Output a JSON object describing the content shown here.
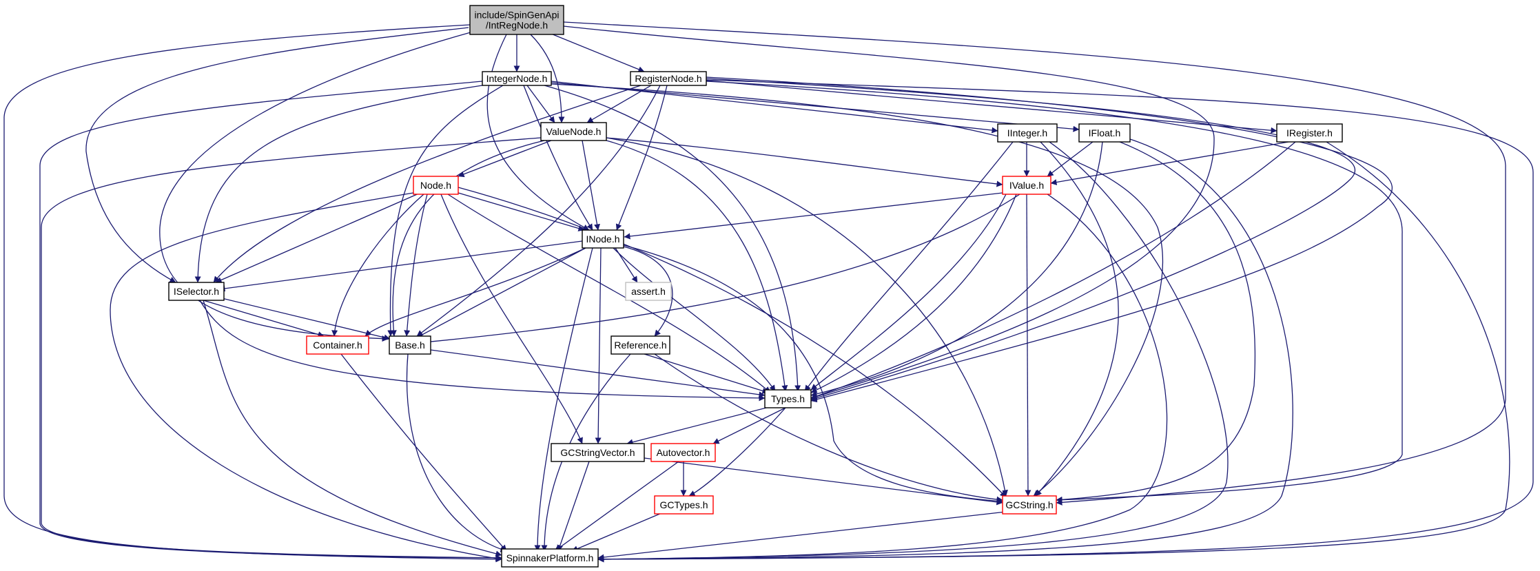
{
  "diagram": {
    "title_node": "root",
    "colors": {
      "edge": "#191970",
      "border_normal": "#000000",
      "border_incomplete": "#ff0000",
      "border_external": "#bfbfbf",
      "fill_root": "#bfbfbf",
      "fill_normal": "#ffffff"
    },
    "nodes": [
      {
        "id": "root",
        "lines": [
          "include/SpinGenApi",
          "/IntRegNode.h"
        ],
        "kind": "root"
      },
      {
        "id": "integernode",
        "lines": [
          "IntegerNode.h"
        ],
        "kind": "normal"
      },
      {
        "id": "registernode",
        "lines": [
          "RegisterNode.h"
        ],
        "kind": "normal"
      },
      {
        "id": "valuenode",
        "lines": [
          "ValueNode.h"
        ],
        "kind": "normal"
      },
      {
        "id": "iinteger",
        "lines": [
          "IInteger.h"
        ],
        "kind": "normal"
      },
      {
        "id": "ifloat",
        "lines": [
          "IFloat.h"
        ],
        "kind": "normal"
      },
      {
        "id": "iregister",
        "lines": [
          "IRegister.h"
        ],
        "kind": "normal"
      },
      {
        "id": "node",
        "lines": [
          "Node.h"
        ],
        "kind": "incomplete"
      },
      {
        "id": "ivalue",
        "lines": [
          "IValue.h"
        ],
        "kind": "incomplete"
      },
      {
        "id": "inode",
        "lines": [
          "INode.h"
        ],
        "kind": "normal"
      },
      {
        "id": "iselector",
        "lines": [
          "ISelector.h"
        ],
        "kind": "normal"
      },
      {
        "id": "assert",
        "lines": [
          "assert.h"
        ],
        "kind": "external"
      },
      {
        "id": "container",
        "lines": [
          "Container.h"
        ],
        "kind": "incomplete"
      },
      {
        "id": "base",
        "lines": [
          "Base.h"
        ],
        "kind": "normal"
      },
      {
        "id": "reference",
        "lines": [
          "Reference.h"
        ],
        "kind": "normal"
      },
      {
        "id": "types",
        "lines": [
          "Types.h"
        ],
        "kind": "normal"
      },
      {
        "id": "gcstringvector",
        "lines": [
          "GCStringVector.h"
        ],
        "kind": "normal"
      },
      {
        "id": "autovector",
        "lines": [
          "Autovector.h"
        ],
        "kind": "incomplete"
      },
      {
        "id": "gctypes",
        "lines": [
          "GCTypes.h"
        ],
        "kind": "incomplete"
      },
      {
        "id": "gcstring",
        "lines": [
          "GCString.h"
        ],
        "kind": "incomplete"
      },
      {
        "id": "spinnaker",
        "lines": [
          "SpinnakerPlatform.h"
        ],
        "kind": "normal"
      }
    ]
  }
}
